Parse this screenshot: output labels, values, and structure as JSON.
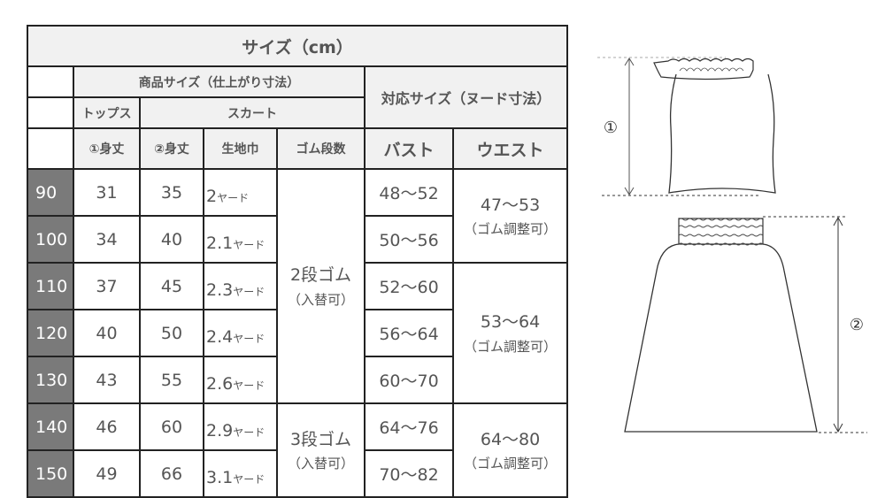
{
  "table": {
    "title": "サイズ（cm）",
    "header_row1": {
      "product_size": "商品サイズ（仕上がり寸法）",
      "nude_size": "対応サイズ（ヌード寸法）"
    },
    "header_row2": {
      "tops": "トップス",
      "skirt": "スカート"
    },
    "header_row3": {
      "tops_length": "①身丈",
      "skirt_length": "②身丈",
      "fabric_width": "生地巾",
      "rubber_rows": "ゴム段数",
      "bust": "バスト",
      "waist": "ウエスト"
    },
    "rows": [
      {
        "size": "90",
        "tops_length": "31",
        "skirt_length": "35",
        "fabric_num": "2",
        "fabric_unit": "ヤード",
        "bust": "48〜52"
      },
      {
        "size": "100",
        "tops_length": "34",
        "skirt_length": "40",
        "fabric_num": "2.1",
        "fabric_unit": "ヤード",
        "bust": "50〜56"
      },
      {
        "size": "110",
        "tops_length": "37",
        "skirt_length": "45",
        "fabric_num": "2.3",
        "fabric_unit": "ヤード",
        "bust": "52〜60"
      },
      {
        "size": "120",
        "tops_length": "40",
        "skirt_length": "50",
        "fabric_num": "2.4",
        "fabric_unit": "ヤード",
        "bust": "56〜64"
      },
      {
        "size": "130",
        "tops_length": "43",
        "skirt_length": "55",
        "fabric_num": "2.6",
        "fabric_unit": "ヤード",
        "bust": "60〜70"
      },
      {
        "size": "140",
        "tops_length": "46",
        "skirt_length": "60",
        "fabric_num": "2.9",
        "fabric_unit": "ヤード",
        "bust": "64〜76"
      },
      {
        "size": "150",
        "tops_length": "49",
        "skirt_length": "66",
        "fabric_num": "3.1",
        "fabric_unit": "ヤード",
        "bust": "70〜82"
      }
    ],
    "rubber_groups": [
      {
        "main": "2段ゴム",
        "sub": "（入替可）"
      },
      {
        "main": "3段ゴム",
        "sub": "（入替可）"
      }
    ],
    "waist_groups": [
      {
        "main": "47〜53",
        "sub": "（ゴム調整可）"
      },
      {
        "main": "53〜64",
        "sub": "（ゴム調整可）"
      },
      {
        "main": "64〜80",
        "sub": "（ゴム調整可）"
      }
    ]
  },
  "illustration": {
    "tops_label": "①",
    "skirt_label": "②"
  }
}
